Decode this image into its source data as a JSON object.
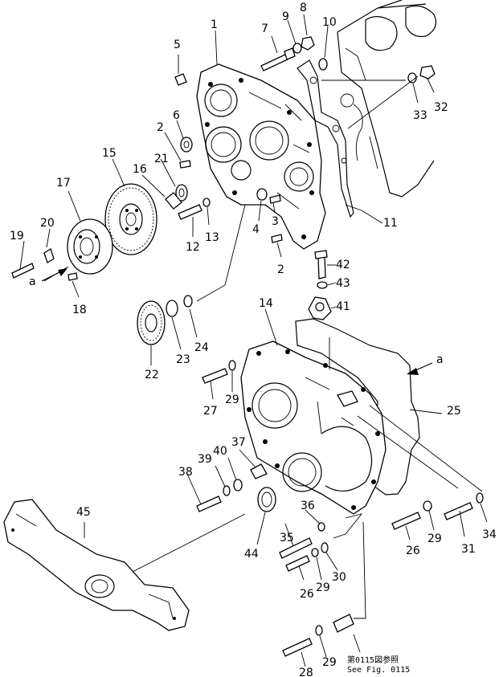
{
  "figure_ref": {
    "jp": "第0115図参照",
    "en": "See Fig. 0115"
  },
  "arrow_ref_label": "a",
  "part_numbers": [
    "1",
    "2",
    "3",
    "4",
    "5",
    "6",
    "7",
    "8",
    "9",
    "10",
    "11",
    "12",
    "13",
    "14",
    "15",
    "16",
    "17",
    "18",
    "19",
    "20",
    "21",
    "22",
    "23",
    "24",
    "25",
    "26",
    "27",
    "28",
    "29",
    "30",
    "31",
    "32",
    "33",
    "34",
    "35",
    "36",
    "37",
    "38",
    "39",
    "40",
    "41",
    "42",
    "43",
    "44",
    "45"
  ]
}
